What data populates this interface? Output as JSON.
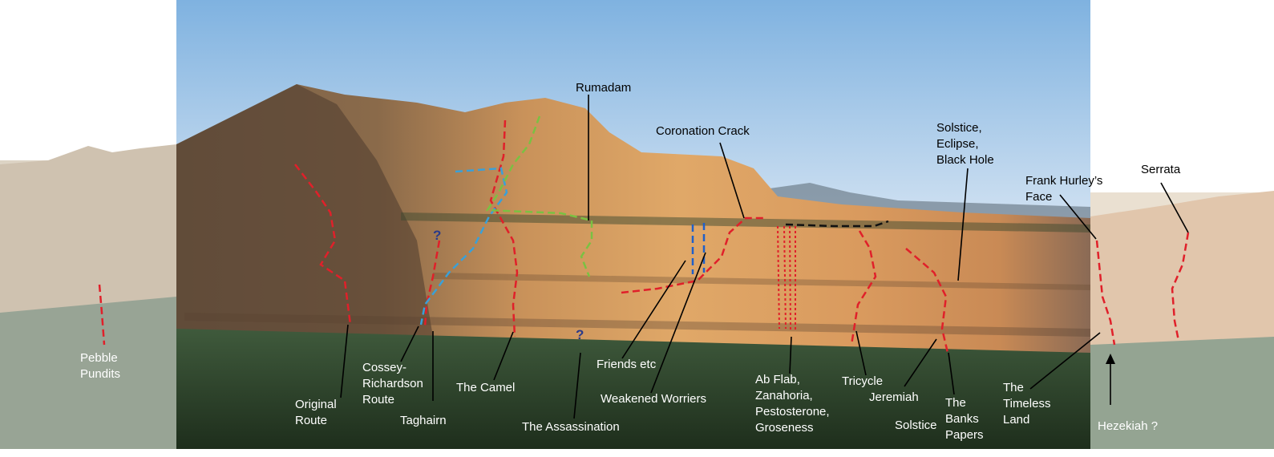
{
  "labels": {
    "rumadam": "Rumadam",
    "coronation_crack": "Coronation Crack",
    "solstice_group": "Solstice,\nEclipse,\nBlack Hole",
    "frank_hurley": "Frank Hurley’s\nFace",
    "serrata": "Serrata",
    "pebble_pundits": "Pebble\nPundits",
    "original_route": "Original\nRoute",
    "cossey_richardson": "Cossey-\nRichardson\nRoute",
    "taghairn": "Taghairn",
    "the_camel": "The Camel",
    "the_assassination": "The Assassination",
    "friends_etc": "Friends etc",
    "weakened_worriers": "Weakened Worriers",
    "ab_flab": "Ab Flab,\nZanahoria,\nPestosterone,\nGroseness",
    "tricycle": "Tricycle",
    "jeremiah": "Jeremiah",
    "solstice": "Solstice",
    "banks_papers": "The\nBanks\nPapers",
    "timeless_land": "The\nTimeless\nLand",
    "hezekiah": "Hezekiah ?"
  },
  "question_marks": [
    "?",
    "?"
  ],
  "colors": {
    "route_red": "#e0202a",
    "route_blue": "#3aa0d8",
    "route_green": "#7ac142",
    "route_black": "#111111",
    "label_text": "#000000",
    "label_text_light": "#ffffff"
  }
}
